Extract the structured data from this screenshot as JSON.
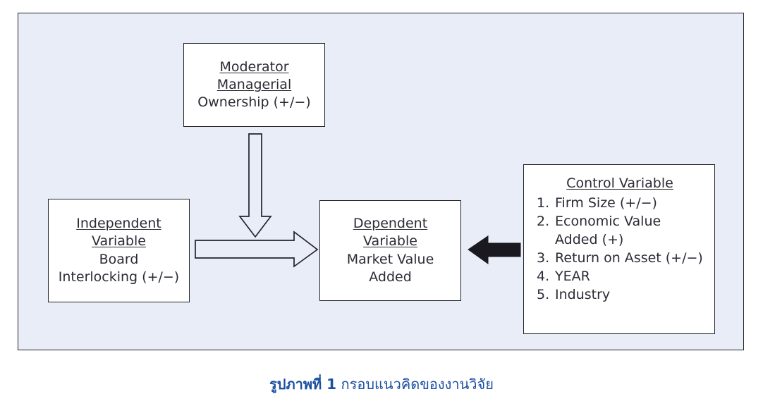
{
  "figure": {
    "panel_background": "#e9edf7",
    "panel_border": "#23232c",
    "caption_color": "#1b4fa1",
    "caption_label": "รูปภาพที่ 1",
    "caption_text": "กรอบแนวคิดของงานวิจัย"
  },
  "nodes": {
    "moderator": {
      "heading_line1": "Moderator",
      "heading_line2": "Managerial",
      "body_line": "Ownership (+/−)"
    },
    "independent": {
      "heading_line1": "Independent",
      "heading_line2": "Variable",
      "body_line1": "Board",
      "body_line2": "Interlocking (+/−)"
    },
    "dependent": {
      "heading_line1": "Dependent",
      "heading_line2": "Variable",
      "body_line1": "Market Value",
      "body_line2": "Added"
    },
    "control": {
      "heading": "Control Variable",
      "items": [
        {
          "num": "1.",
          "label": "Firm Size (+/−)"
        },
        {
          "num": "2.",
          "label": "Economic Value"
        },
        {
          "num": "",
          "label": "Added (+)"
        },
        {
          "num": "3.",
          "label": "Return on Asset (+/−)"
        },
        {
          "num": "4.",
          "label": "YEAR"
        },
        {
          "num": "5.",
          "label": "Industry"
        }
      ]
    }
  },
  "arrows": {
    "moderator_to_dependent": {
      "name": "hollow-down-arrow",
      "style": "outline",
      "fill": "none",
      "stroke": "#23232c"
    },
    "independent_to_dependent": {
      "name": "hollow-right-arrow",
      "style": "outline",
      "fill": "none",
      "stroke": "#23232c"
    },
    "control_to_dependent": {
      "name": "solid-left-arrow",
      "style": "filled",
      "fill": "#19191f",
      "stroke": "#19191f"
    }
  }
}
